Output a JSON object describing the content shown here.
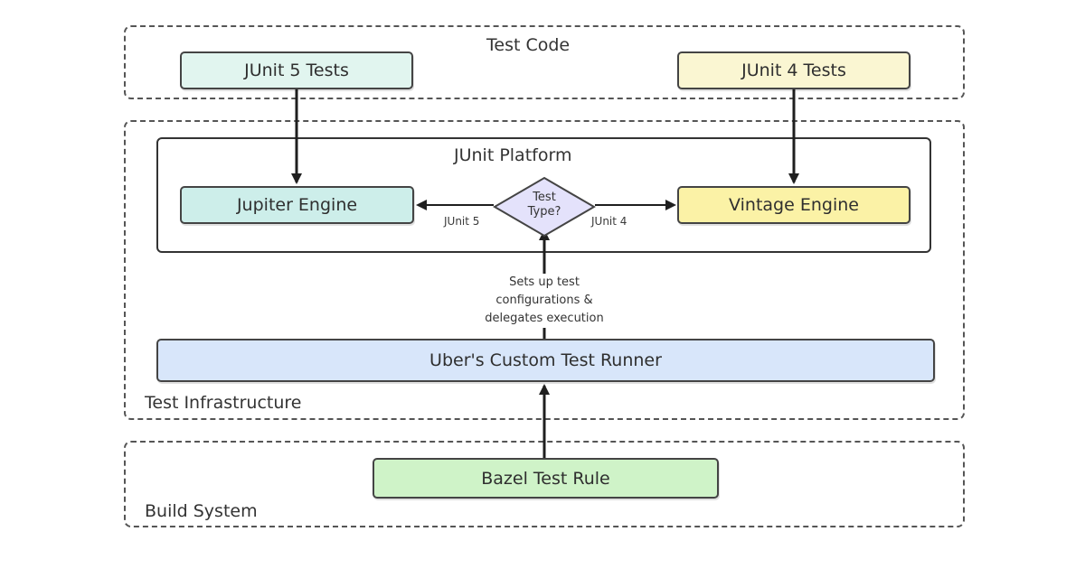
{
  "groups": {
    "test_code": "Test Code",
    "test_infrastructure": "Test Infrastructure",
    "build_system": "Build System",
    "junit_platform": "JUnit Platform"
  },
  "nodes": {
    "junit5_tests": "JUnit 5 Tests",
    "junit4_tests": "JUnit 4 Tests",
    "jupiter_engine": "Jupiter Engine",
    "vintage_engine": "Vintage Engine",
    "test_type_line1": "Test",
    "test_type_line2": "Type?",
    "custom_runner": "Uber's Custom Test Runner",
    "bazel_rule": "Bazel Test Rule"
  },
  "edges": {
    "junit5": "JUnit 5",
    "junit4": "JUnit 4",
    "runner_line1": "Sets up test",
    "runner_line2": "configurations &",
    "runner_line3": "delegates execution"
  },
  "colors": {
    "junit5_tests": "#e1f5ef",
    "junit4_tests": "#faf6d2",
    "jupiter_engine": "#cdeeea",
    "vintage_engine": "#fbf2a6",
    "decision": "#e4e2fb",
    "custom_runner": "#d8e6fa",
    "bazel_rule": "#cff3c8"
  }
}
